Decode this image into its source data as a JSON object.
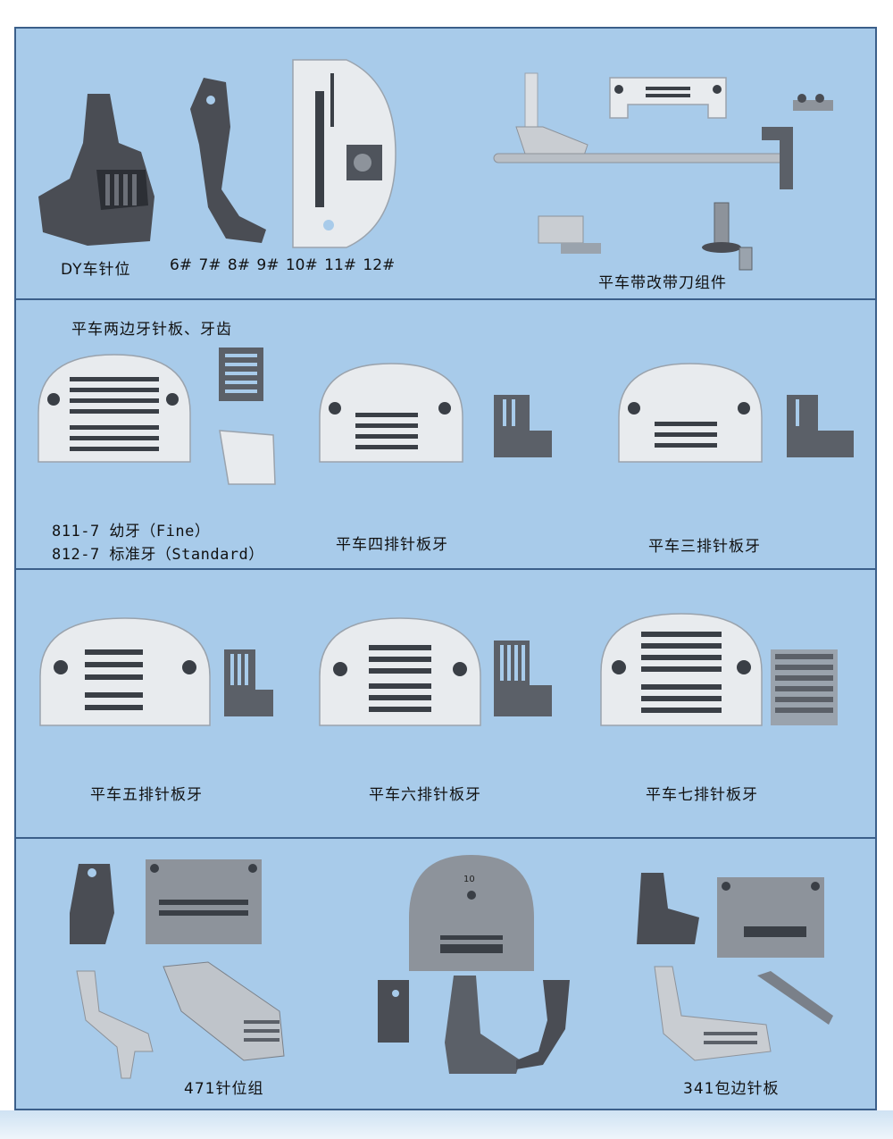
{
  "section1": {
    "left_caption": "DY车针位",
    "sizes": "6#  7#  8#  9#  10#  11#  12#",
    "right_caption": "平车带改带刀组件"
  },
  "section2": {
    "title": "平车两边牙针板、牙齿",
    "code_fine": "811-7  幼牙（Fine）",
    "code_standard": "812-7  标准牙（Standard）",
    "four_row": "平车四排针板牙",
    "three_row": "平车三排针板牙"
  },
  "section3": {
    "five_row": "平车五排针板牙",
    "six_row": "平车六排针板牙",
    "seven_row": "平车七排针板牙"
  },
  "section4": {
    "left_caption": "471针位组",
    "plate_number": "10",
    "right_caption": "341包边针板"
  }
}
